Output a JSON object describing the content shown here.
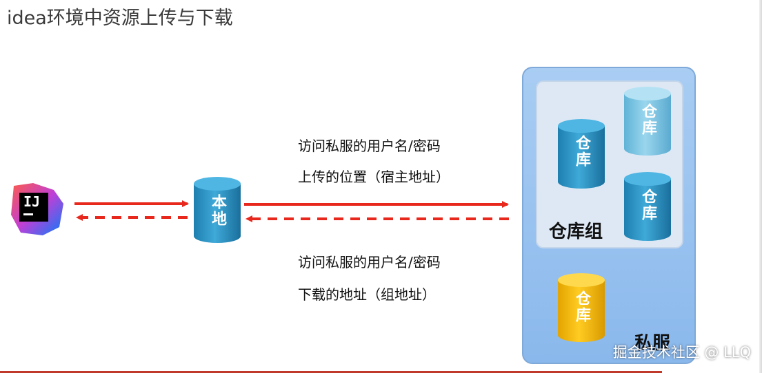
{
  "title": "idea环境中资源上传与下载",
  "nodes": {
    "local": "本地",
    "repo": "仓库",
    "group": "仓库组",
    "server": "私服"
  },
  "upload": {
    "line1": "访问私服的用户名/密码",
    "line2": "上传的位置（宿主地址）"
  },
  "download": {
    "line1": "访问私服的用户名/密码",
    "line2": "下载的地址（组地址）"
  },
  "icon": {
    "text": "IJ",
    "name": "intellij-idea-icon"
  },
  "watermark": "掘金技术社区 @ LLQ",
  "colors": {
    "arrow": "#e8281c",
    "repo_blue": "#2a93c6",
    "repo_light": "#7fc7e2",
    "repo_yellow": "#f5b800",
    "server_box": "#99c2ef",
    "group_box": "#dfe9f4"
  }
}
